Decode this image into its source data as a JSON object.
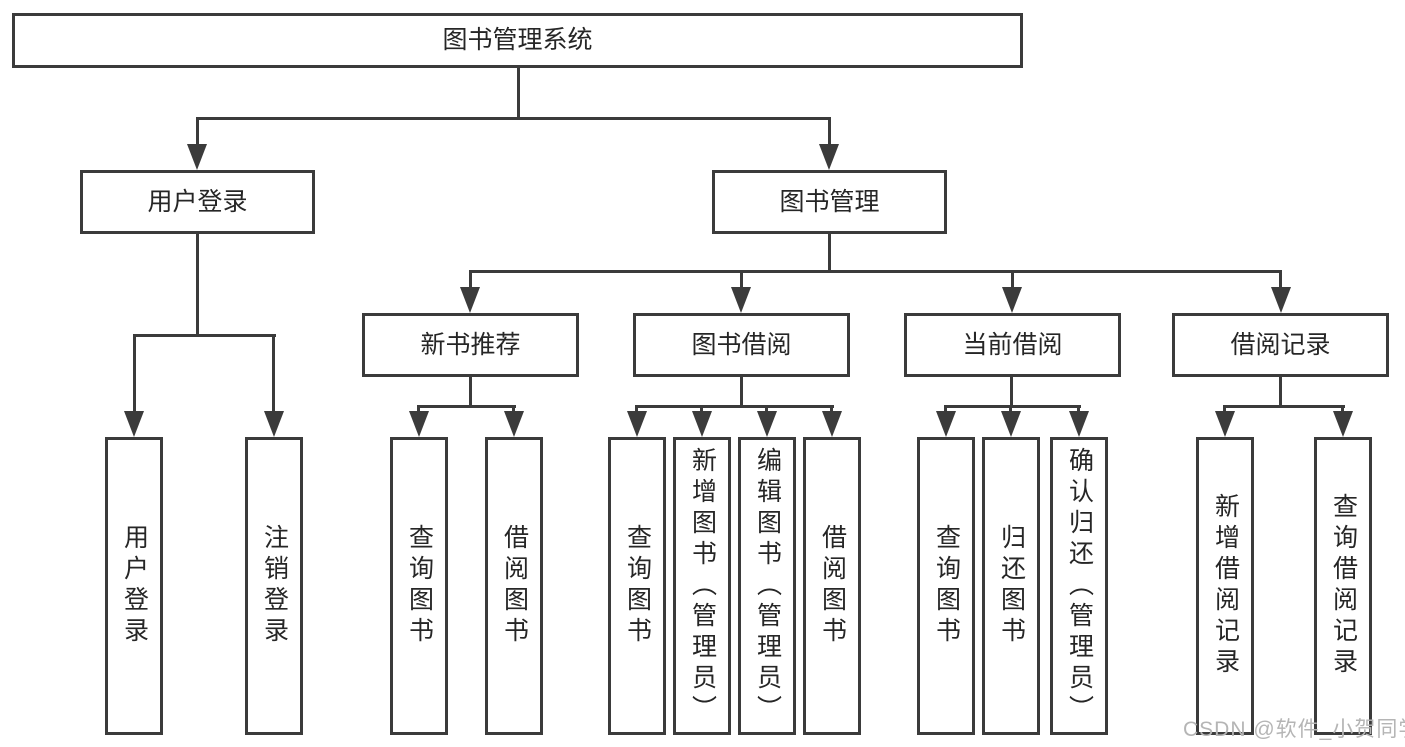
{
  "diagram": {
    "title": "图书管理系统",
    "root": "图书管理系统",
    "branches": {
      "user_login": "用户登录",
      "book_mgmt": "图书管理"
    },
    "modules": {
      "new_book_rec": "新书推荐",
      "book_borrow": "图书借阅",
      "current_borrow": "当前借阅",
      "borrow_records": "借阅记录"
    },
    "leaves": {
      "user_login": "用户登录",
      "logout": "注销登录",
      "rec_query_book": "查询图书",
      "rec_borrow_book": "借阅图书",
      "bb_query_book": "查询图书",
      "bb_add_book_admin": "新增图书（管理员）",
      "bb_edit_book_admin": "编辑图书（管理员）",
      "bb_borrow_book": "借阅图书",
      "cb_query_book": "查询图书",
      "cb_return_book": "归还图书",
      "cb_confirm_return_admin": "确认归还（管理员）",
      "br_add_record": "新增借阅记录",
      "br_query_record": "查询借阅记录"
    }
  },
  "watermark": "CSDN @软件_小贺同学",
  "colors": {
    "line": "#3b3b3b",
    "text": "#262626",
    "background": "#ffffff",
    "watermark": "#b5b5b5"
  }
}
